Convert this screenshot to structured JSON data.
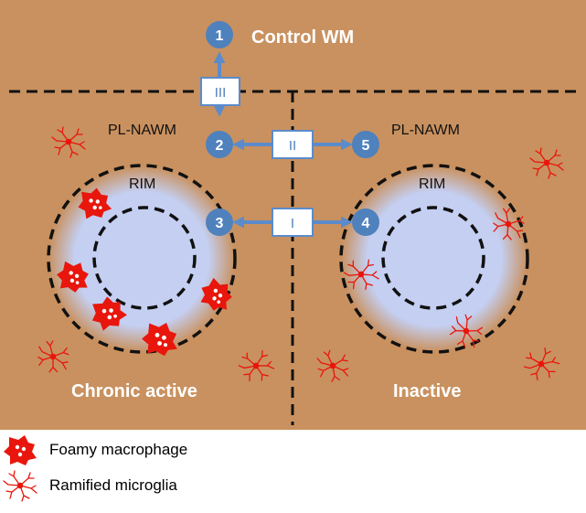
{
  "colors": {
    "tissue": "#C9915F",
    "rim_blue": "#C4CFF2",
    "node_blue": "#4F81BD",
    "arrow_blue": "#5B8BCB",
    "cell_red": "#E8160C",
    "white": "#FFFFFF",
    "dash": "#111111"
  },
  "regions": {
    "control": "Control WM",
    "pl_nawm_left": "PL-NAWM",
    "pl_nawm_right": "PL-NAWM",
    "rim_left": "RIM",
    "rim_right": "RIM",
    "chronic_active": "Chronic active",
    "inactive": "Inactive"
  },
  "nodes": [
    "1",
    "2",
    "3",
    "4",
    "5"
  ],
  "comparisons": [
    "III",
    "II",
    "I"
  ],
  "legend": {
    "foamy_label": "Foamy macrophage",
    "foamy_icon": "foamy-macrophage-icon",
    "ramified_label": "Ramified microglia",
    "ramified_icon": "ramified-microglia-icon"
  }
}
